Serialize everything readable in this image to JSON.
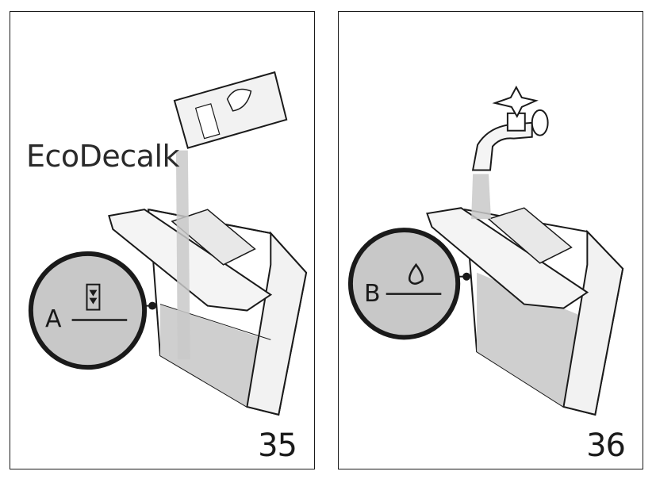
{
  "panels": [
    {
      "step": "35",
      "product_label": "EcoDecalk",
      "level_marker": "A"
    },
    {
      "step": "36",
      "level_marker": "B"
    }
  ],
  "colors": {
    "line": "#1a1a1a",
    "water": "#c9c9c9",
    "circle_fill": "#c8c8c8",
    "tank": "#ffffff"
  }
}
